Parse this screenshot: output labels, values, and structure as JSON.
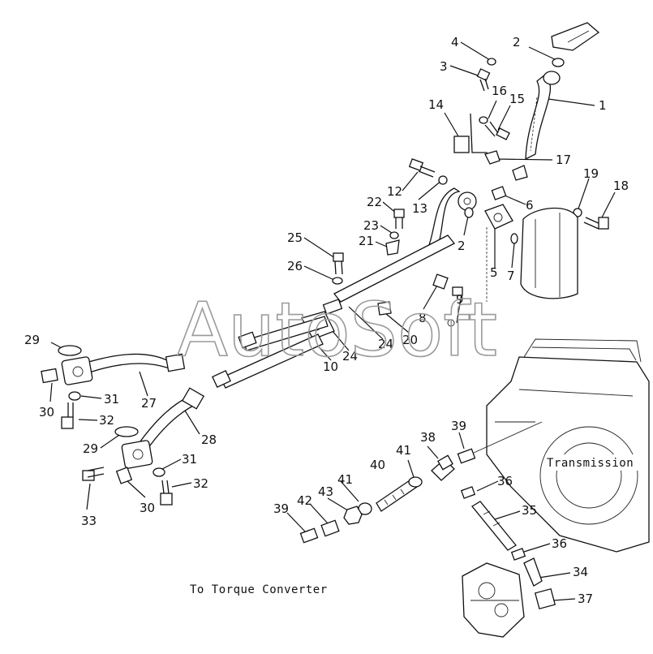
{
  "watermark": "AutoSoft",
  "captions": {
    "transmission": "Transmission",
    "torque_converter": "To Torque Converter"
  },
  "callouts": [
    "1",
    "2",
    "2",
    "3",
    "4",
    "5",
    "6",
    "7",
    "8",
    "9",
    "10",
    "12",
    "13",
    "14",
    "15",
    "16",
    "17",
    "18",
    "19",
    "20",
    "21",
    "22",
    "23",
    "24",
    "24",
    "25",
    "26",
    "27",
    "28",
    "29",
    "29",
    "30",
    "30",
    "31",
    "31",
    "32",
    "32",
    "33",
    "34",
    "35",
    "36",
    "36",
    "37",
    "38",
    "39",
    "39",
    "40",
    "41",
    "41",
    "42",
    "43"
  ]
}
